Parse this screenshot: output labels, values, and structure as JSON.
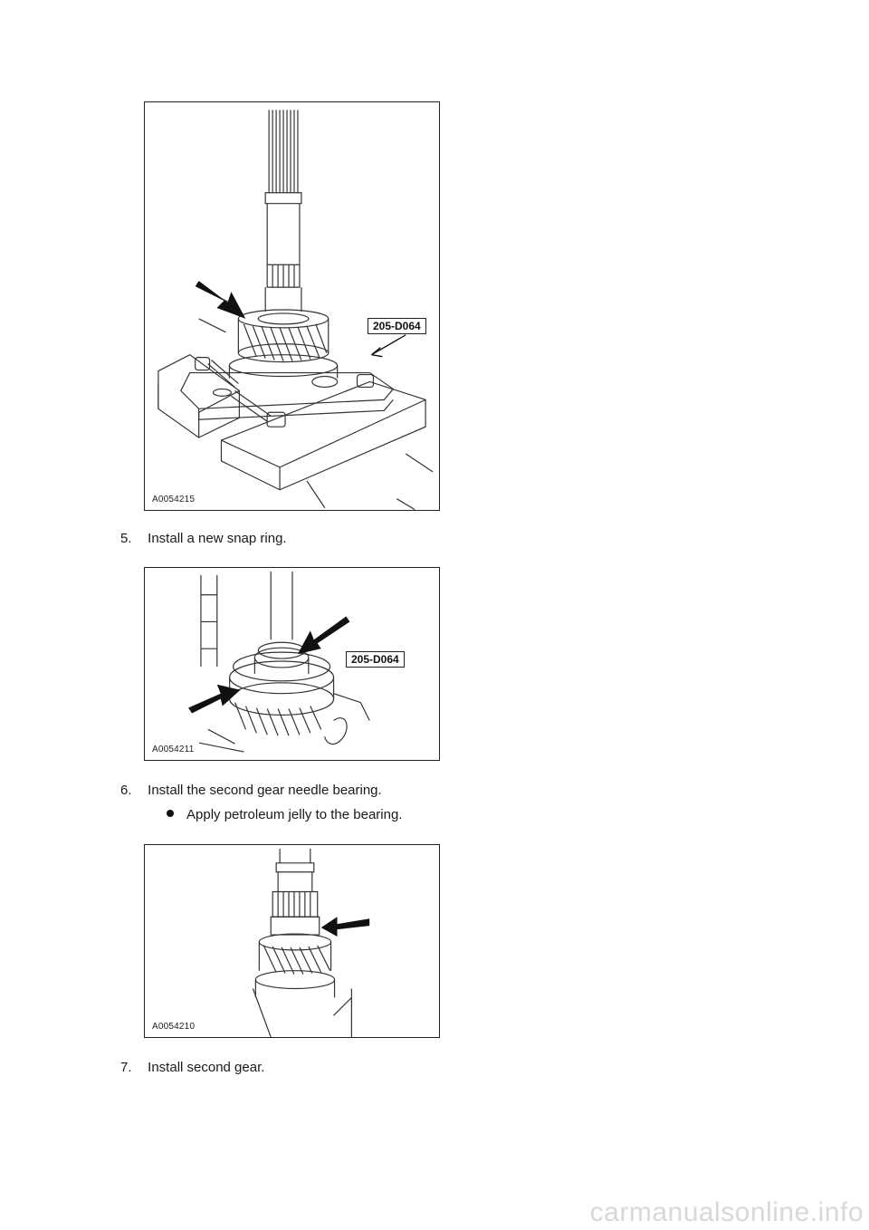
{
  "figures": [
    {
      "id": "A0054215",
      "callout": "205-D064"
    },
    {
      "id": "A0054211",
      "callout": "205-D064"
    },
    {
      "id": "A0054210"
    }
  ],
  "steps": [
    {
      "number": "5.",
      "text": "Install a new snap ring."
    },
    {
      "number": "6.",
      "text": "Install the second gear needle bearing.",
      "bullets": [
        "Apply petroleum jelly to the bearing."
      ]
    },
    {
      "number": "7.",
      "text": "Install second gear."
    }
  ],
  "watermark": "carmanualsonline.info"
}
